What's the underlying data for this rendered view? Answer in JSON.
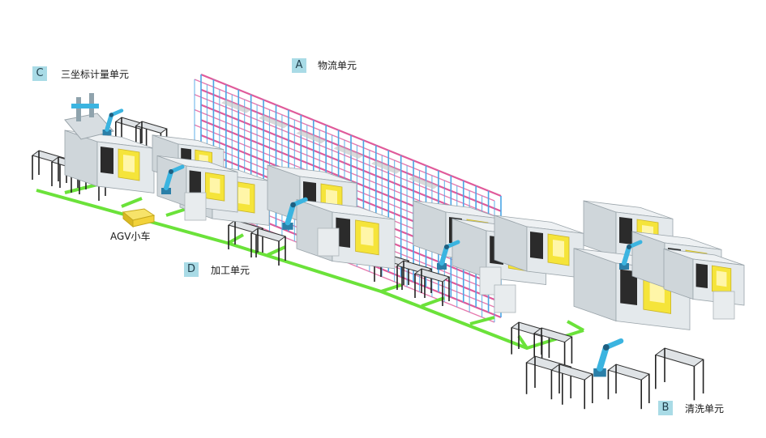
{
  "units": {
    "a": {
      "letter": "A",
      "name": "物流单元"
    },
    "b": {
      "letter": "B",
      "name": "清洗单元"
    },
    "c": {
      "letter": "C",
      "name": "三坐标计量单元"
    },
    "d": {
      "letter": "D",
      "name": "加工单元"
    }
  },
  "agv": {
    "label": "AGV小车"
  },
  "colors": {
    "agv_path": "#6be23a",
    "rack_frame": "#4aa6e6",
    "rack_shelf": "#e05a9a",
    "badge_bg": "#a9dbe6",
    "machine_body": "#e4e9ec",
    "machine_door": "#f5e43a",
    "machine_dark": "#2b2b2b",
    "robot": "#3bb4e0",
    "agv": "#f2d23a"
  }
}
